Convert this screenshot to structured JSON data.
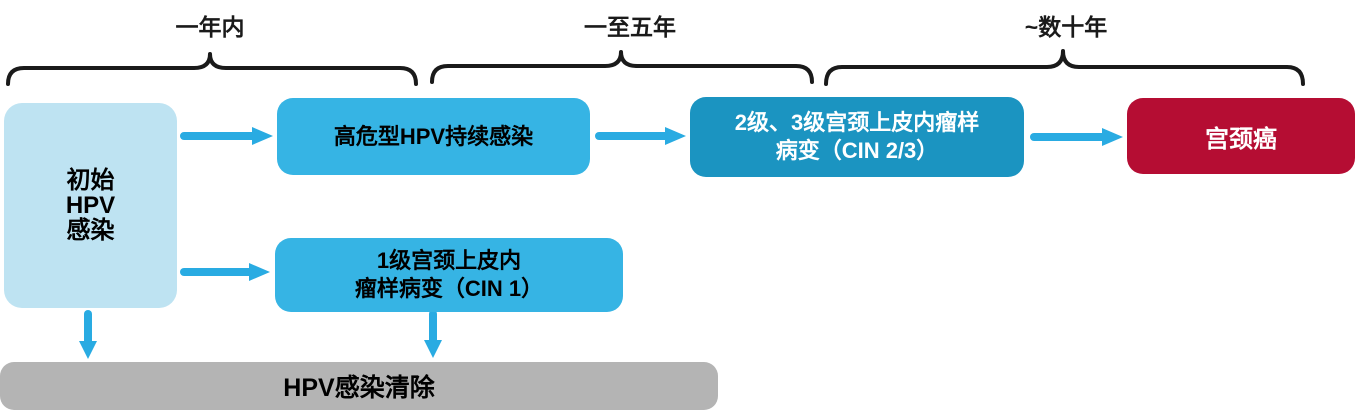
{
  "diagram": {
    "timeline_labels": [
      {
        "id": "one-year",
        "label": "一年内"
      },
      {
        "id": "one-to-five-years",
        "label": "一至五年"
      },
      {
        "id": "decades",
        "label": "~数十年"
      }
    ],
    "nodes": {
      "initial": {
        "lines": [
          "初始",
          "HPV",
          "感染"
        ],
        "color": "#bee3f2",
        "text_color": "#000000"
      },
      "persistent": {
        "label": "高危型HPV持续感染",
        "color": "#36b4e4",
        "text_color": "#000000"
      },
      "cin23": {
        "lines": [
          "2级、3级宫颈上皮内瘤样",
          "病变（CIN 2/3）"
        ],
        "color": "#1b94c1",
        "text_color": "#ffffff"
      },
      "cancer": {
        "label": "宫颈癌",
        "color": "#b50d33",
        "text_color": "#ffffff"
      },
      "cin1": {
        "lines": [
          "1级宫颈上皮内",
          "瘤样病变（CIN 1）"
        ],
        "color": "#36b4e4",
        "text_color": "#000000"
      },
      "clearance": {
        "label": "HPV感染清除",
        "color": "#b4b4b4",
        "text_color": "#000000"
      }
    },
    "arrow_color": "#29abe2",
    "brace_color": "#1a1a1a"
  }
}
